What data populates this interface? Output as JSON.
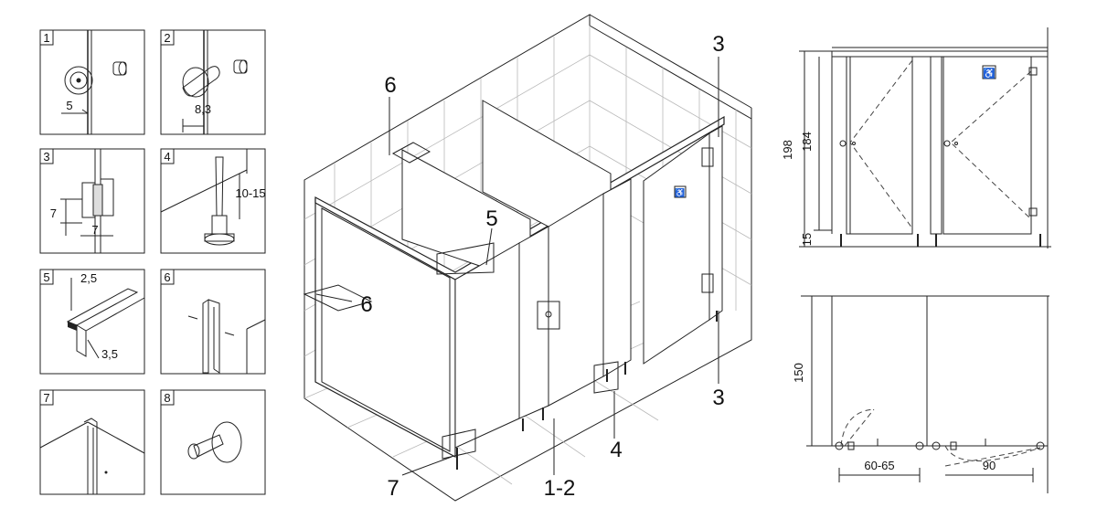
{
  "panels": [
    {
      "num": "1",
      "dim": "5"
    },
    {
      "num": "2",
      "dim": "8,3"
    },
    {
      "num": "3",
      "dim_a": "7",
      "dim_b": "7"
    },
    {
      "num": "4",
      "dim": "10-15"
    },
    {
      "num": "5",
      "dim_a": "2,5",
      "dim_b": "3,5"
    },
    {
      "num": "6"
    },
    {
      "num": "7"
    },
    {
      "num": "8"
    }
  ],
  "callouts": {
    "c6_top": "6",
    "c6_mid": "6",
    "c5": "5",
    "c3_top": "3",
    "c3_bottom": "3",
    "c4": "4",
    "c7": "7",
    "c12": "1-2"
  },
  "elevation": {
    "total_height": "198",
    "door_height": "184",
    "floor_gap": "15",
    "access_symbol": "♿"
  },
  "plan": {
    "depth": "150",
    "door_small": "60-65",
    "door_large": "90"
  }
}
